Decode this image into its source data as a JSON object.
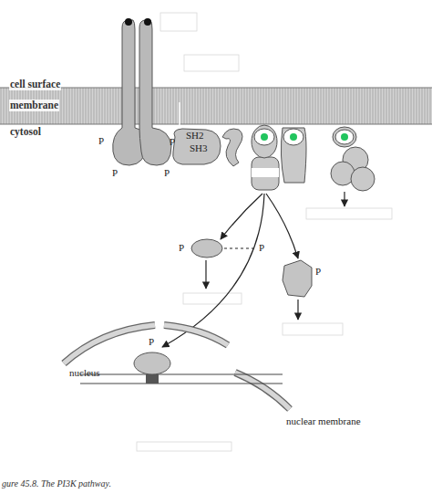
{
  "diagram": {
    "caption": "gure 45.8. The PI3K pathway.",
    "nodes": [
      {
        "text": [
          "SH2",
          "SH3"
        ]
      },
      {
        "text": [
          "P"
        ]
      },
      {
        "text": [
          "P"
        ]
      },
      {
        "text": [
          "P"
        ]
      }
    ],
    "labels": [
      "cell surface",
      "membrane",
      "cytosol",
      "P",
      "P",
      "P",
      "P",
      "P",
      "nucleus",
      "nuclear membrane"
    ]
  }
}
